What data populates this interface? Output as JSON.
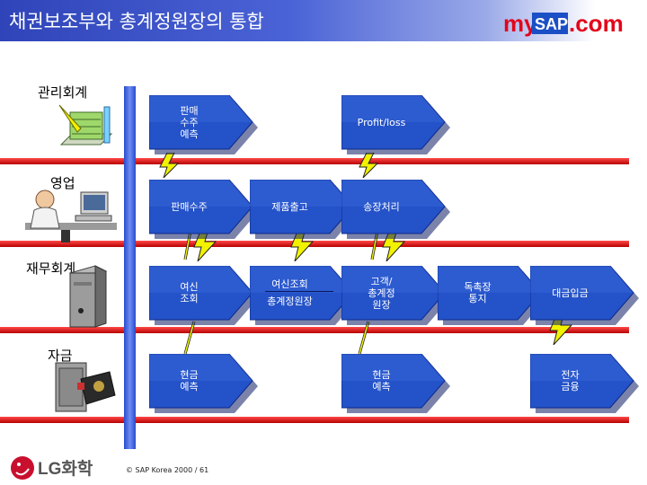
{
  "title": "채권보조부와 총계정원장의 통합",
  "logo": {
    "my": "my",
    "sap": "SAP",
    "com": ".com"
  },
  "sections": {
    "management": "관리회계",
    "sales": "영업",
    "finance": "재무회계",
    "funds": "자금"
  },
  "steps": {
    "sales_forecast": "판매\n수주\n예측",
    "profit_loss": "Profit/loss",
    "sales_order": "판매수주",
    "product_shipment": "제품출고",
    "invoice": "송장처리",
    "credit_check": "여신\n조회",
    "credit_query_top": "여신조회",
    "credit_query_bottom": "총계정원장",
    "customer_ledger": "고객/\n총계정\n원장",
    "receipt_notice": "독촉장\n통지",
    "payment_receipt": "대금입금",
    "cash_forecast_1": "현금\n예측",
    "cash_forecast_2": "현금\n예측",
    "e_banking": "전자\n금융"
  },
  "footer": {
    "copyright": "© SAP Korea 2000 / 61",
    "company": "LG화학"
  },
  "colors": {
    "title_blue": "#2f44b8",
    "chevron_blue": "#2452c8",
    "lane_red": "#d01010",
    "bolt_yellow": "#f2f200",
    "logo_red": "#e3051b"
  }
}
